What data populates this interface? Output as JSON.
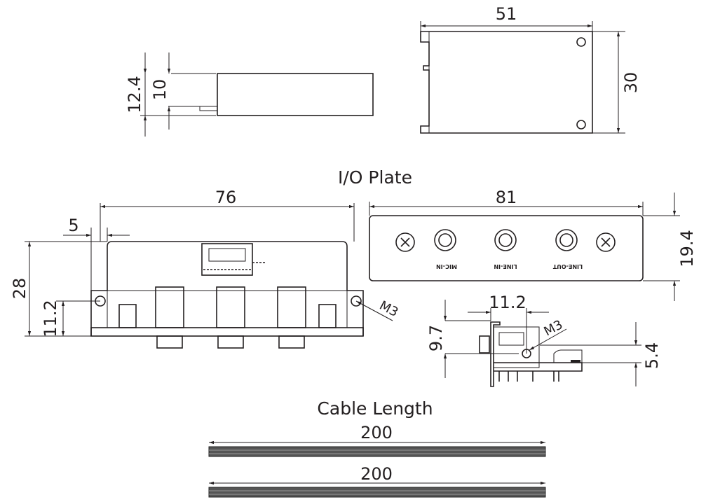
{
  "top_side_view": {
    "dim_height_outer": "12.4",
    "dim_height_inner": "10"
  },
  "top_plan_view": {
    "dim_width": "51",
    "dim_height": "30"
  },
  "io_plate": {
    "title": "I/O Plate",
    "dim_width_bracket": "76",
    "dim_tab": "5",
    "dim_height": "28",
    "dim_hole_height": "11.2",
    "screw_label": "M3",
    "dim_plate_width": "81",
    "dim_plate_height": "19.4",
    "jack_labels": [
      "MIC-IN",
      "LINE-IN",
      "LINE-OUT"
    ]
  },
  "side_detail": {
    "dim_width": "11.2",
    "dim_height": "9.7",
    "screw_label": "M3",
    "dim_offset": "5.4"
  },
  "cable": {
    "title": "Cable Length",
    "cables": [
      {
        "length": "200"
      },
      {
        "length": "200"
      }
    ]
  }
}
